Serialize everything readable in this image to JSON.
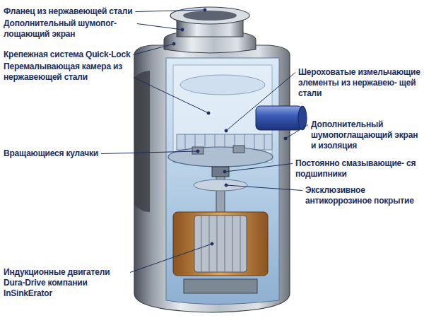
{
  "diagram": {
    "labels": [
      "Фланец из нержавеющей стали",
      "Дополнительный шумопог- лощающий экран",
      "Крепежная система Quick-Lock",
      "Перемалывающая камера из нержавеющей стали",
      "Вращающиеся кулачки",
      "Индукционные двигатели Dura-Drive компании InSinkErator",
      "Шероховатые измельчающие элементы из нержавею- щей стали",
      "Дополнительный шумопоглащающий экран и изоляция",
      "Постоянно смазывающие- ся подшипники",
      "Эксклюзивное антикоррозиное покрытие"
    ]
  }
}
